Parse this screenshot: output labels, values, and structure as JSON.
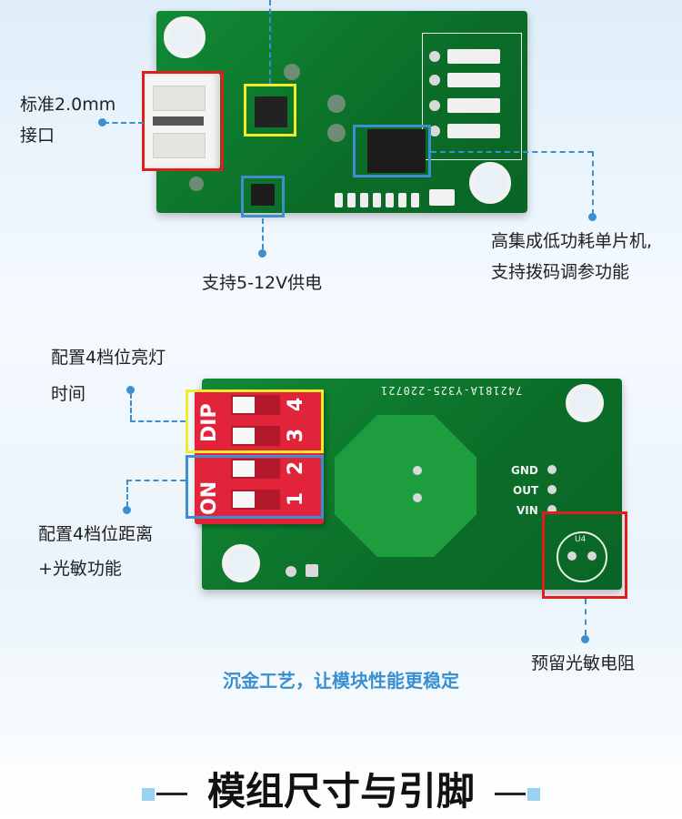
{
  "annotations": {
    "connector": [
      "标准2.0mm",
      "接口"
    ],
    "mcu": [
      "高集成低功耗单片机,",
      "支持拨码调参功能"
    ],
    "power": "支持5-12V供电",
    "light_time": [
      "配置4档位亮灯",
      "时间"
    ],
    "distance": [
      "配置4档位距离",
      "+光敏功能"
    ],
    "photoresistor": "预留光敏电阻"
  },
  "board_text": {
    "serial": "742181A-Y325-220721",
    "pins": [
      "GND",
      "OUT",
      "VIN"
    ],
    "dip_label": "DIP",
    "on_label": "ON",
    "dip_numbers": [
      "4",
      "3",
      "2",
      "1"
    ],
    "u4": "U4"
  },
  "caption": "沉金工艺，让模块性能更稳定",
  "section_title": "模组尺寸与引脚",
  "colors": {
    "pcb_green": "#0d7a2e",
    "highlight_red": "#e21d1d",
    "highlight_yellow": "#f3ea2a",
    "highlight_blue": "#3f8fd0",
    "caption_blue": "#3a8fd0",
    "dip_red": "#e2243a"
  }
}
